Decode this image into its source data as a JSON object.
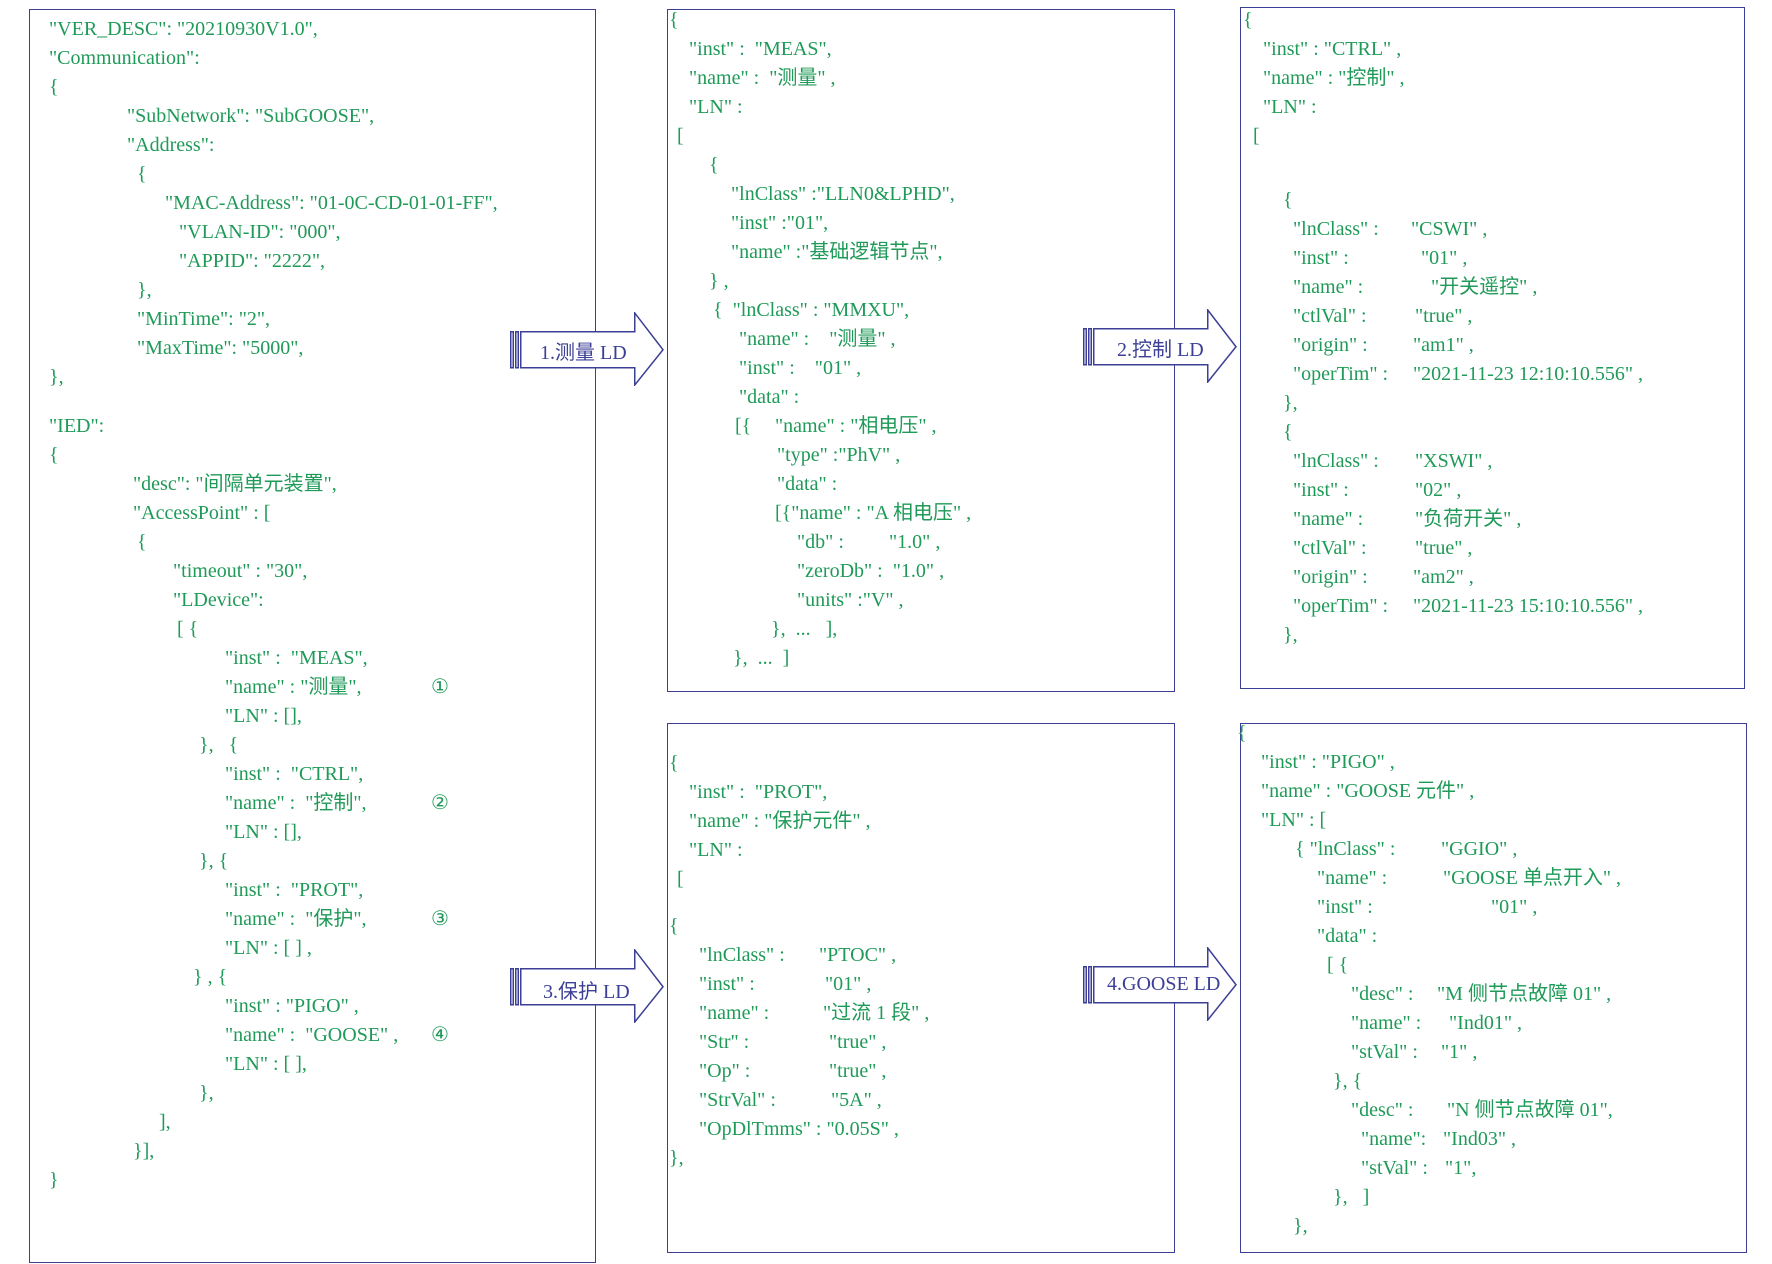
{
  "colors": {
    "code_text": "#1f9a58",
    "border": "#3b3f95",
    "arrow": "#3b3f95"
  },
  "panel_main": {
    "lines": [
      "\"VER_DESC\": \"20210930V1.0\",",
      "\"Communication\":",
      "{",
      "\"SubNetwork\": \"SubGOOSE\",",
      "\"Address\":",
      "{",
      "\"MAC-Address\": \"01-0C-CD-01-01-FF\",",
      "\"VLAN-ID\": \"000\",",
      "\"APPID\": \"2222\",",
      "},",
      "\"MinTime\": \"2\",",
      "\"MaxTime\": \"5000\",",
      "},",
      "\"IED\":",
      "{",
      "\"desc\": \"间隔单元装置\",",
      "\"AccessPoint\" : [",
      "{",
      "\"timeout\" : \"30\",",
      "\"LDevice\":",
      "[ {",
      "\"inst\" :  \"MEAS\",",
      "\"name\" : \"测量\",",
      "①",
      "\"LN\" : [],",
      "},   {",
      "\"inst\" :  \"CTRL\",",
      "\"name\" :  \"控制\",",
      "②",
      "\"LN\" : [],",
      "}, {",
      "\"inst\" :  \"PROT\",",
      "\"name\" :  \"保护\",",
      "③",
      "\"LN\" : [ ] ,",
      "} , {",
      "\"inst\" : \"PIGO\" ,",
      "\"name\" :  \"GOOSE\" ,",
      "④",
      "\"LN\" : [ ],",
      "},",
      "],",
      "}],",
      "}"
    ]
  },
  "panel_meas": {
    "lines": [
      "{",
      "\"inst\" :  \"MEAS\",",
      "\"name\" :  \"测量\" ,",
      "\"LN\" :",
      "[",
      "{",
      "\"lnClass\" :\"LLN0&LPHD\",",
      "\"inst\" :\"01\",",
      "\"name\" :\"基础逻辑节点\",",
      "} ,",
      "{  \"lnClass\" : \"MMXU\",",
      "\"name\" :    \"测量\" ,",
      "\"inst\" :    \"01\" ,",
      "\"data\" :",
      "[{",
      "\"name\" : \"相电压\" ,",
      "\"type\" :\"PhV\" ,",
      "\"data\" :",
      "[{\"name\" : \"A 相电压\" ,",
      "\"db\" :",
      "\"1.0\" ,",
      "\"zeroDb\" :  \"1.0\" ,",
      "\"units\" :\"V\" ,",
      "},  ...   ],",
      "},  ...  ]"
    ]
  },
  "panel_ctrl": {
    "lines": [
      "{",
      "\"inst\" : \"CTRL\" ,",
      "\"name\" : \"控制\" ,",
      "\"LN\" :",
      "[",
      "{",
      "\"lnClass\" :",
      "\"CSWI\" ,",
      "\"inst\" :",
      "\"01\" ,",
      "\"name\" :",
      "\"开关遥控\" ,",
      "\"ctlVal\" :",
      "\"true\" ,",
      "\"origin\" :",
      "\"am1\" ,",
      "\"operTim\" :",
      "\"2021-11-23 12:10:10.556\" ,",
      "},",
      "{",
      "\"lnClass\" :",
      "\"XSWI\" ,",
      "\"inst\" :",
      "\"02\" ,",
      "\"name\" :",
      "\"负荷开关\" ,",
      "\"ctlVal\" :",
      "\"true\" ,",
      "\"origin\" :",
      "\"am2\" ,",
      "\"operTim\" :",
      "\"2021-11-23 15:10:10.556\" ,",
      "},"
    ]
  },
  "panel_prot": {
    "lines": [
      "{",
      "\"inst\" :  \"PROT\",",
      "\"name\" : \"保护元件\" ,",
      "\"LN\" :",
      "[",
      "{",
      "\"lnClass\" :",
      "\"PTOC\" ,",
      "\"inst\" :",
      "\"01\" ,",
      "\"name\" :",
      "\"过流 1 段\" ,",
      "\"Str\" :",
      "\"true\" ,",
      "\"Op\" :",
      "\"true\" ,",
      "\"StrVal\" :",
      "\"5A\" ,",
      "\"OpDlTmms\" : \"0.05S\" ,",
      "},"
    ]
  },
  "panel_pigo": {
    "lines": [
      "{",
      "\"inst\" : \"PIGO\" ,",
      "\"name\" : \"GOOSE 元件\" ,",
      "\"LN\" : [",
      "{ \"lnClass\" :",
      "\"GGIO\" ,",
      "\"name\" :",
      "\"GOOSE 单点开入\" ,",
      "\"inst\" :",
      "\"01\" ,",
      "\"data\" :",
      "[ {",
      "\"desc\" :",
      "\"M 侧节点故障 01\" ,",
      "\"name\" :",
      "\"Ind01\" ,",
      "\"stVal\" :",
      "\"1\" ,",
      "}, {",
      "\"desc\" :",
      "\"N 侧节点故障 01\",",
      "\"name\":",
      "\"Ind03\" ,",
      "\"stVal\" :",
      "\"1\",",
      "},   ]",
      "},"
    ]
  },
  "arrows": [
    "1.测量 LD",
    "2.控制 LD",
    "3.保护 LD",
    "4.GOOSE LD"
  ]
}
